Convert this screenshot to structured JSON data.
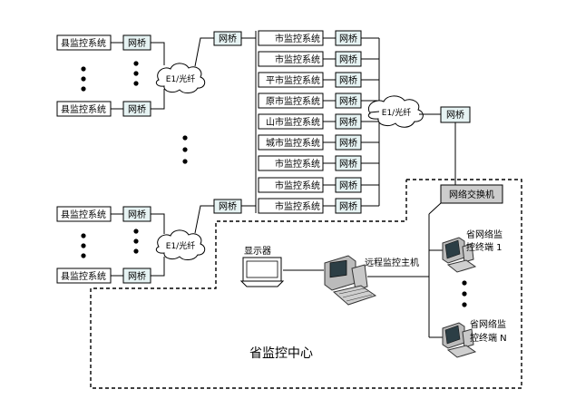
{
  "county_system_label": "县监控系统",
  "bridge_label": "网桥",
  "cloud_label": "E1/光纤",
  "city_labels": [
    "市监控系统",
    "市监控系统",
    "平市监控系统",
    "原市监控系统",
    "山市监控系统",
    "城市监控系统",
    "市监控系统",
    "市监控系统",
    "市监控系统"
  ],
  "switch_label": "网络交换机",
  "monitor_label": "显示器",
  "remote_host_label": "远程监控主机",
  "terminal_1_label": [
    "省网络监",
    "控终端 1"
  ],
  "terminal_n_label": [
    "省网络监",
    "控终端 N"
  ],
  "center_label": "省监控中心"
}
